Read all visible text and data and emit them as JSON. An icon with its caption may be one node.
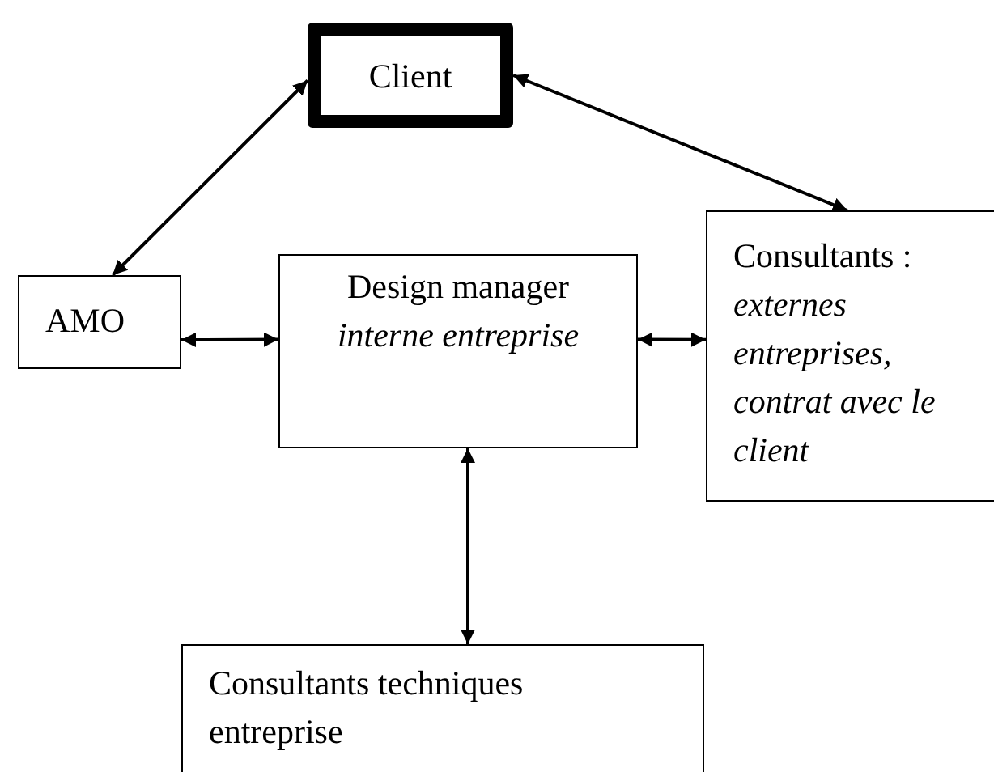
{
  "diagram": {
    "nodes": [
      {
        "text": [
          "Client"
        ]
      },
      {
        "text": [
          "AMO"
        ]
      },
      {
        "text": [
          "Design manager",
          "interne entreprise"
        ]
      },
      {
        "text": [
          "Consultants :",
          "externes entreprises, contrat avec le client"
        ]
      },
      {
        "text": [
          "Consultants techniques entreprise"
        ]
      }
    ],
    "edges": [
      {
        "from": 0,
        "to": 1,
        "arrow": "both"
      },
      {
        "from": 0,
        "to": 3,
        "arrow": "both"
      },
      {
        "from": 1,
        "to": 2,
        "arrow": "both"
      },
      {
        "from": 2,
        "to": 3,
        "arrow": "both"
      },
      {
        "from": 2,
        "to": 4,
        "arrow": "both"
      }
    ]
  }
}
